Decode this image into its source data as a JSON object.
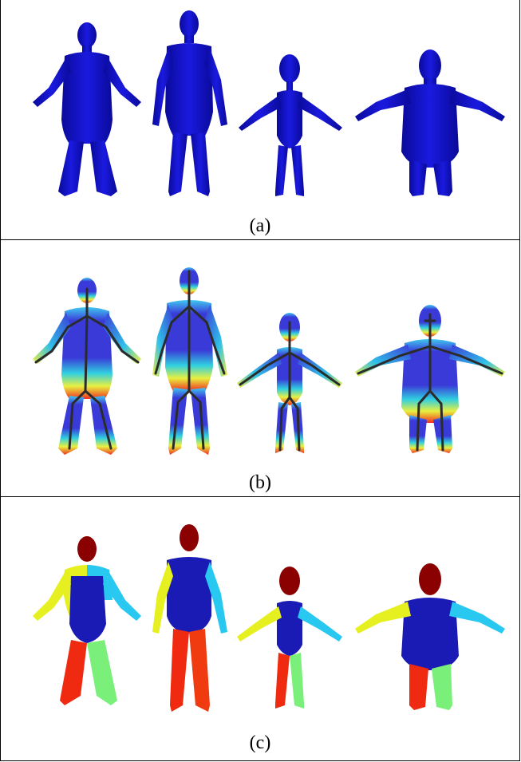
{
  "panels": [
    {
      "caption": "(a)"
    },
    {
      "caption": "(b)"
    },
    {
      "caption": "(c)"
    }
  ],
  "colors": {
    "mesh_blue": "#1010c8",
    "mesh_dark": "#06067a",
    "skeleton": "#2b2b2b",
    "seg_head": "#8b0000",
    "seg_torso": "#1a1ab4",
    "seg_left_arm": "#e6f020",
    "seg_right_arm": "#28c8f0",
    "seg_left_leg": "#f02a10",
    "seg_right_leg": "#7af07a"
  }
}
